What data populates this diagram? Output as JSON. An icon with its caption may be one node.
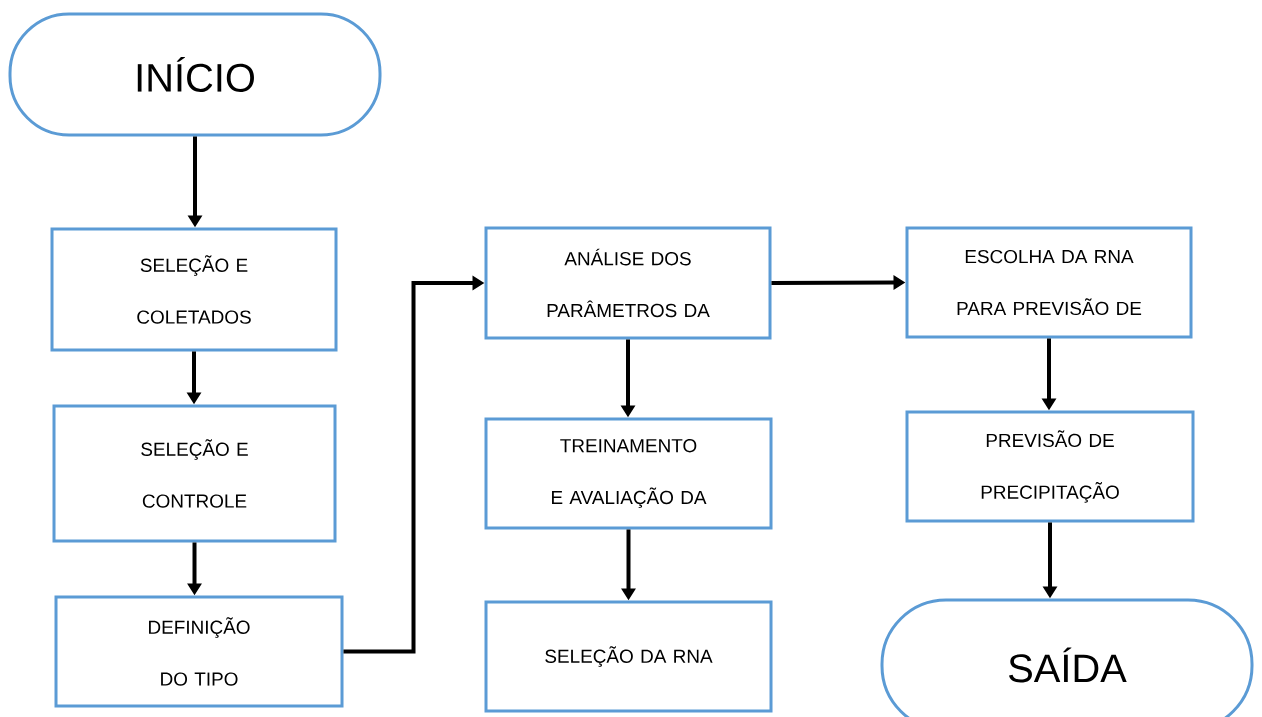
{
  "diagram": {
    "nodes": [
      {
        "text": [
          "INÍCIO"
        ]
      },
      {
        "text": [
          "SELEÇÃO E COLETADOS"
        ]
      },
      {
        "text": [
          "SELEÇÃO E CONTROLE"
        ]
      },
      {
        "text": [
          "DEFINIÇÃO DO TIPO"
        ]
      },
      {
        "text": [
          "ANÁLISE DOS PARÂMETROS DA"
        ]
      },
      {
        "text": [
          "TREINAMENTO E AVALIAÇÃO DA"
        ]
      },
      {
        "text": [
          "SELEÇÃO DA RNA"
        ]
      },
      {
        "text": [
          "ESCOLHA DA RNA PARA PREVISÃO DE"
        ]
      },
      {
        "text": [
          "PREVISÃO DE PRECIPITAÇÃO"
        ]
      },
      {
        "text": [
          "SAÍDA"
        ]
      }
    ],
    "edges": [
      {
        "from": 0,
        "to": 1,
        "arrow": "to"
      },
      {
        "from": 1,
        "to": 2,
        "arrow": "to"
      },
      {
        "from": 2,
        "to": 3,
        "arrow": "to"
      },
      {
        "from": 3,
        "to": 4,
        "arrow": "to"
      },
      {
        "from": 4,
        "to": 7,
        "arrow": "to"
      },
      {
        "from": 4,
        "to": 5,
        "arrow": "to"
      },
      {
        "from": 5,
        "to": 6,
        "arrow": "to"
      },
      {
        "from": 7,
        "to": 8,
        "arrow": "to"
      },
      {
        "from": 8,
        "to": 9,
        "arrow": "to"
      }
    ]
  }
}
